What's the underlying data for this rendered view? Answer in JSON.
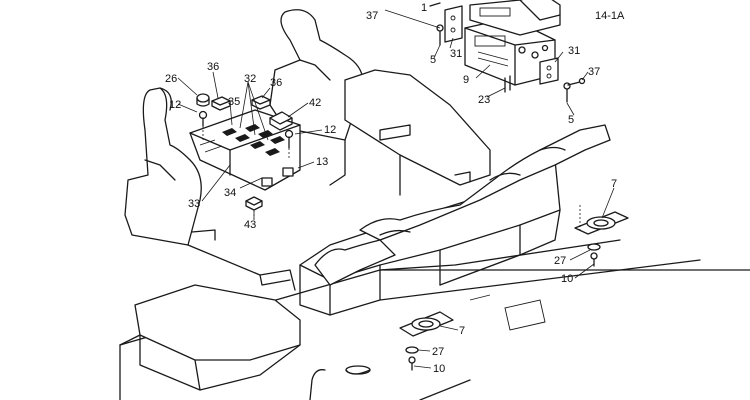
{
  "callouts": {
    "c37_top": "37",
    "c1_top": "1",
    "ref_14_1A": "14-1A",
    "c31_left": "31",
    "c5_top": "5",
    "c31_right": "31",
    "c9": "9",
    "c37_right": "37",
    "c23": "23",
    "c5_right": "5",
    "c26": "26",
    "c36_left": "36",
    "c32": "32",
    "c36_right": "36",
    "c12_left": "12",
    "c35": "35",
    "c42": "42",
    "c12_right": "12",
    "c13": "13",
    "c34": "34",
    "c33": "33",
    "c43": "43",
    "c7_right": "7",
    "c27_right": "27",
    "c10_right": "10",
    "c7_bottom": "7",
    "c27_bottom": "27",
    "c10_bottom": "10"
  }
}
